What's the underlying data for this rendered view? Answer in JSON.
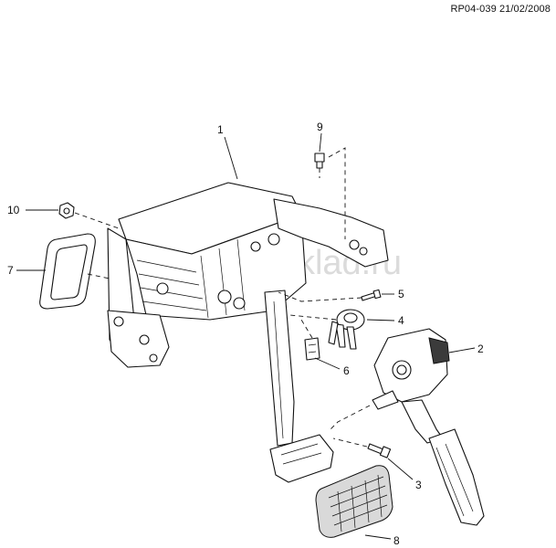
{
  "header": {
    "ref": "RP04-039 21/02/2008"
  },
  "watermark": "autoklad.ru",
  "callouts": [
    {
      "id": "1",
      "label": "1"
    },
    {
      "id": "2",
      "label": "2"
    },
    {
      "id": "3",
      "label": "3"
    },
    {
      "id": "4",
      "label": "4"
    },
    {
      "id": "5",
      "label": "5"
    },
    {
      "id": "6",
      "label": "6"
    },
    {
      "id": "7",
      "label": "7"
    },
    {
      "id": "8",
      "label": "8"
    },
    {
      "id": "9",
      "label": "9"
    },
    {
      "id": "10",
      "label": "10"
    }
  ],
  "parts": [
    {
      "number": "1",
      "depicts": "pedal-bracket-brake-pedal"
    },
    {
      "number": "2",
      "depicts": "accelerator-pedal-module"
    },
    {
      "number": "3",
      "depicts": "bolt"
    },
    {
      "number": "4",
      "depicts": "stop-lamp-switch"
    },
    {
      "number": "5",
      "depicts": "screw"
    },
    {
      "number": "6",
      "depicts": "clip"
    },
    {
      "number": "7",
      "depicts": "gasket"
    },
    {
      "number": "8",
      "depicts": "brake-pedal-pad"
    },
    {
      "number": "9",
      "depicts": "bolt"
    },
    {
      "number": "10",
      "depicts": "nut"
    }
  ]
}
